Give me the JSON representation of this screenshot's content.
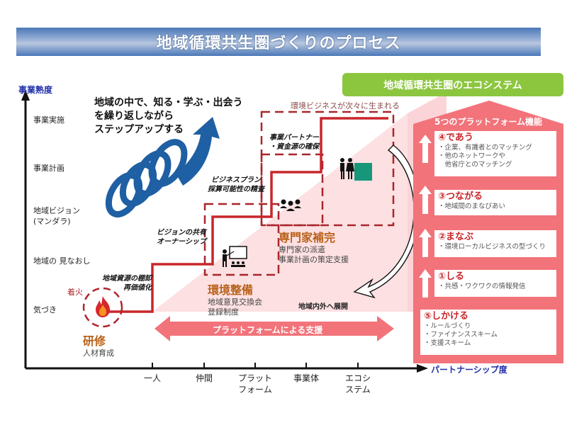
{
  "header": {
    "title": "地域循環共生圏づくりのプロセス"
  },
  "axes": {
    "y_title": "事業熟度",
    "x_title": "パートナーシップ度",
    "y_levels": [
      {
        "label": "事業実施"
      },
      {
        "label": "事業計画"
      },
      {
        "label": "地域ビジョン\n(マンダラ)"
      },
      {
        "label": "地域の 見なおし"
      },
      {
        "label": "気づき"
      }
    ],
    "x_levels": [
      {
        "label": "一人"
      },
      {
        "label": "仲間"
      },
      {
        "label": "プラット\nフォーム"
      },
      {
        "label": "事業体"
      },
      {
        "label": "エコシ\nステム"
      }
    ]
  },
  "main_message": "地域の中で、知る・学ぶ・出会う\nを繰り返しながら\nステップアップする",
  "step_notes": {
    "resources": "地域資源の棚卸\n再価値化",
    "vision": "ビジョンの共有\nオーナーシップ",
    "business_plan": "ビジネスプラン\n採算可能性の精査",
    "partner": "事業パートナー\n・資金源の確保"
  },
  "ignition_label": "着火",
  "phases": [
    {
      "id": "training",
      "title": "研修",
      "lines": [
        "人材育成"
      ]
    },
    {
      "id": "environment",
      "title": "環境整備",
      "lines": [
        "地域意見交換会",
        "登録制度"
      ]
    },
    {
      "id": "experts",
      "title": "専門家補完",
      "lines": [
        "専門家の派遣",
        "事業計画の策定支援"
      ]
    }
  ],
  "business_born_label": "環境ビジネスが次々に生まれる",
  "expand_label": "地域内外へ展開",
  "support_arrow_label": "プラットフォームによる支援",
  "ecosystem": {
    "banner": "地域循環共生圏のエコシステム",
    "panel_heading": "5つのプラットフォーム機能",
    "functions": [
      {
        "title": "④であう",
        "items": [
          "・企業、有識者とのマッチング",
          "・他のネットワークや",
          "　他省庁とのマッチング"
        ]
      },
      {
        "title": "③つながる",
        "items": [
          "・地域間のまなびあい"
        ]
      },
      {
        "title": "②まなぶ",
        "items": [
          "・環境ローカルビジネスの型づくり"
        ]
      },
      {
        "title": "①しる",
        "items": [
          "・共感・ワクワクの情報発信"
        ]
      },
      {
        "title": "⑤しかける",
        "items": [
          "・ルールづくり",
          "・ファイナンススキーム",
          "・支援スキーム"
        ]
      }
    ]
  },
  "colors": {
    "title_blue": "#4a78b8",
    "axis_title_blue": "#1f2fa8",
    "step_red": "#c8262b",
    "dashed_red": "#a8262b",
    "spiral_blue": "#1f5fa3",
    "eco_green": "#8cc63f",
    "panel_pink": "#f2737a",
    "phase_orange": "#b8621a",
    "teal": "#16977a"
  }
}
